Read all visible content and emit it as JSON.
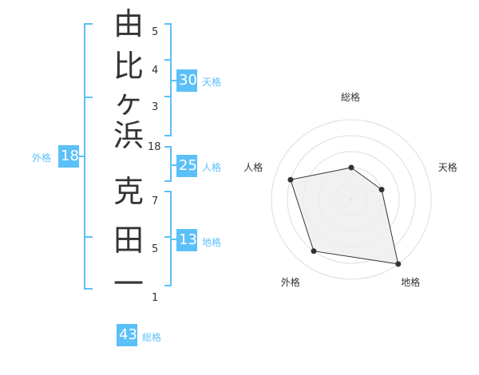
{
  "name": {
    "chars": [
      "由",
      "比",
      "ヶ",
      "浜",
      "克",
      "田",
      "一"
    ],
    "strokes": [
      "5",
      "4",
      "3",
      "18",
      "7",
      "5",
      "1"
    ]
  },
  "kaku": {
    "tenkaku": {
      "value": "30",
      "label": "天格"
    },
    "jinkaku": {
      "value": "25",
      "label": "人格"
    },
    "chikaku": {
      "value": "13",
      "label": "地格"
    },
    "gaikaku": {
      "value": "18",
      "label": "外格"
    },
    "soukaku": {
      "value": "43",
      "label": "総格"
    }
  },
  "chart_data": {
    "type": "radar",
    "axes": [
      "総格",
      "天格",
      "地格",
      "外格",
      "人格"
    ],
    "values": [
      2,
      2,
      5,
      4,
      4
    ],
    "max": 5,
    "fill_color": "#eeeeee",
    "line_color": "#333333",
    "grid_color": "#dddddd"
  },
  "colors": {
    "accent": "#5bc0f8"
  }
}
